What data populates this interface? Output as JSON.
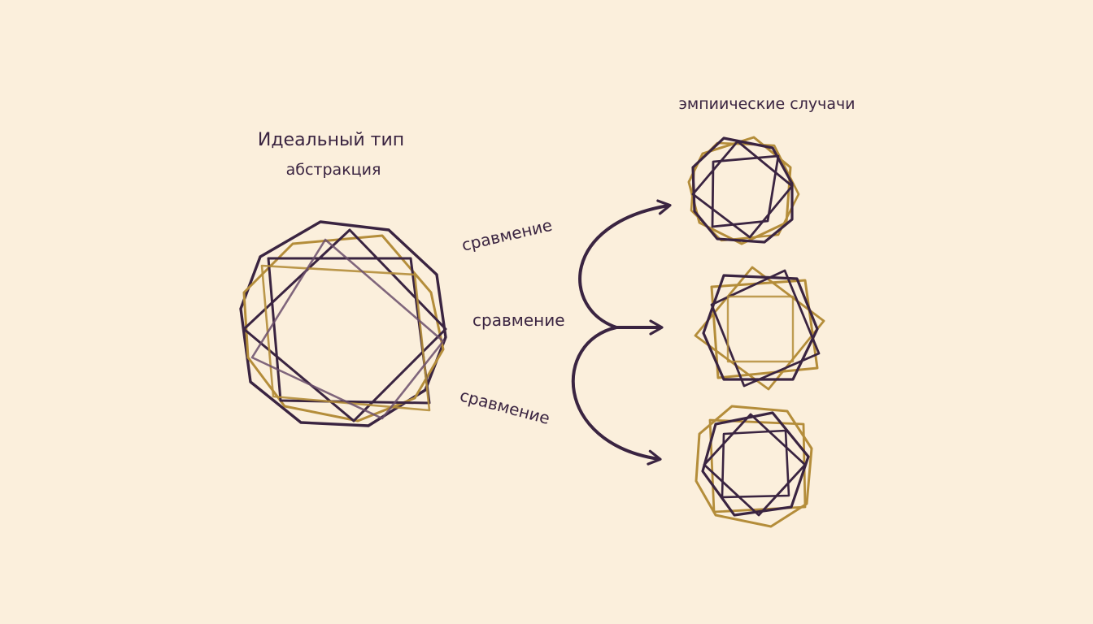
{
  "ideal_type": {
    "title": "Идеальный тип",
    "subtitle": "абстракция"
  },
  "empirical": {
    "title": "эмпиические случачи"
  },
  "comparisons": [
    {
      "label": "сравмение"
    },
    {
      "label": "сравмение"
    },
    {
      "label": "сравмение"
    }
  ],
  "colors": {
    "background": "#fbefdc",
    "ink": "#3a2441",
    "gold": "#b48d3a"
  }
}
